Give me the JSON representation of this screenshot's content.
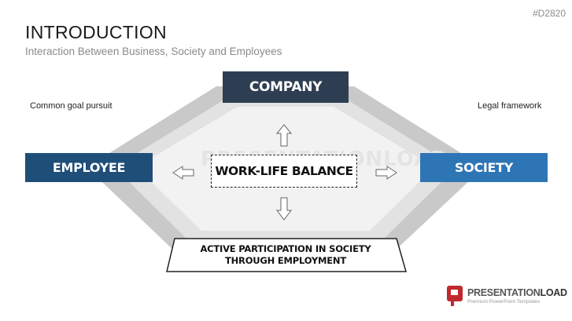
{
  "slide": {
    "code": "#D2820",
    "title": "INTRODUCTION",
    "subtitle": "Interaction Between Business, Society and Employees"
  },
  "notes": {
    "left": "Common goal pursuit",
    "right": "Legal framework"
  },
  "diagram": {
    "top": "COMPANY",
    "left": "EMPLOYEE",
    "right": "SOCIETY",
    "center": "WORK-LIFE BALANCE",
    "bottom": "ACTIVE PARTICIPATION IN SOCIETY THROUGH EMPLOYMENT",
    "arrows": [
      "arrow-up-icon",
      "arrow-down-icon",
      "arrow-left-icon",
      "arrow-right-icon"
    ]
  },
  "colors": {
    "company": "#2e3e52",
    "employee": "#1f4e79",
    "society": "#2e75b6",
    "frame_outer": "#c9c9c9",
    "frame_inner": "#e3e3e3",
    "center_fill": "#f3f3f3"
  },
  "watermark": "PRESENTATIONLOAD",
  "logo": {
    "brand_prefix": "PRESENTATION",
    "brand_suffix": "LOAD",
    "tagline": "Premium PowerPoint Templates"
  }
}
